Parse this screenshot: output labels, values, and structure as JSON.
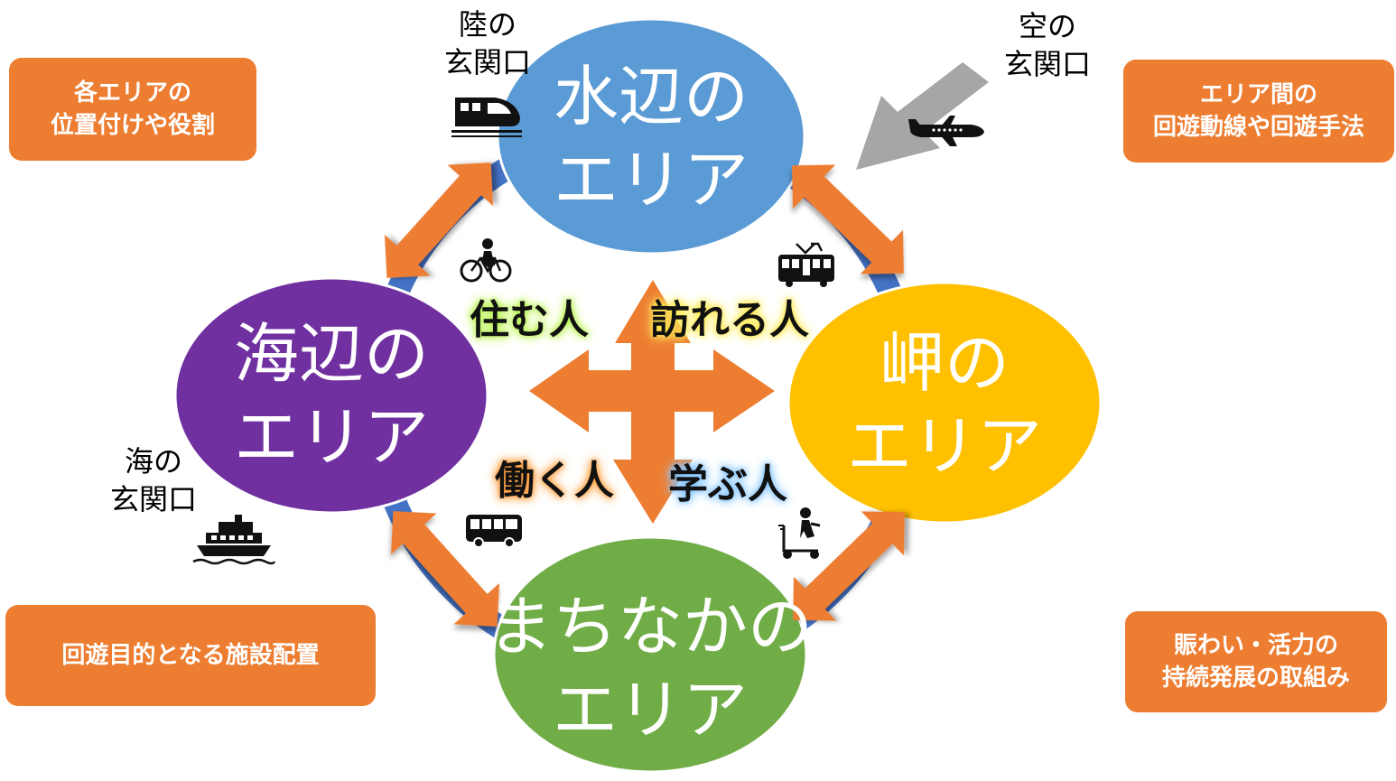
{
  "areas": {
    "mizube": {
      "line1": "水辺の",
      "line2": "エリア",
      "color": "#5b9bd5"
    },
    "umibe": {
      "line1": "海辺の",
      "line2": "エリア",
      "color": "#7030a0"
    },
    "misaki": {
      "line1": "岬の",
      "line2": "エリア",
      "color": "#ffc000"
    },
    "machinaka": {
      "line1": "まちなかの",
      "line2": "エリア",
      "color": "#70ad47"
    }
  },
  "gateways": {
    "land": {
      "line1": "陸の",
      "line2": "玄関口",
      "icon": "bullet-train-icon"
    },
    "air": {
      "line1": "空の",
      "line2": "玄関口",
      "icon": "airplane-icon"
    },
    "sea": {
      "line1": "海の",
      "line2": "玄関口",
      "icon": "ferry-icon"
    }
  },
  "people": {
    "live": "住む人",
    "visit": "訪れる人",
    "work": "働く人",
    "learn": "学ぶ人"
  },
  "boxes": {
    "top_left": {
      "line1": "各エリアの",
      "line2": "位置付けや役割"
    },
    "top_right": {
      "line1": "エリア間の",
      "line2": "回遊動線や回遊手法"
    },
    "bottom_left": {
      "line1": "回遊目的となる施設配置"
    },
    "bottom_right": {
      "line1": "賑わい・活力の",
      "line2": "持続発展の取組み"
    }
  },
  "transport_icons": [
    "bicycle-icon",
    "tram-icon",
    "bus-icon",
    "scooter-icon"
  ],
  "colors": {
    "accent_orange": "#ed7d31",
    "ring_blue": "#4472c4",
    "air_arrow_gray": "#a6a6a6"
  }
}
